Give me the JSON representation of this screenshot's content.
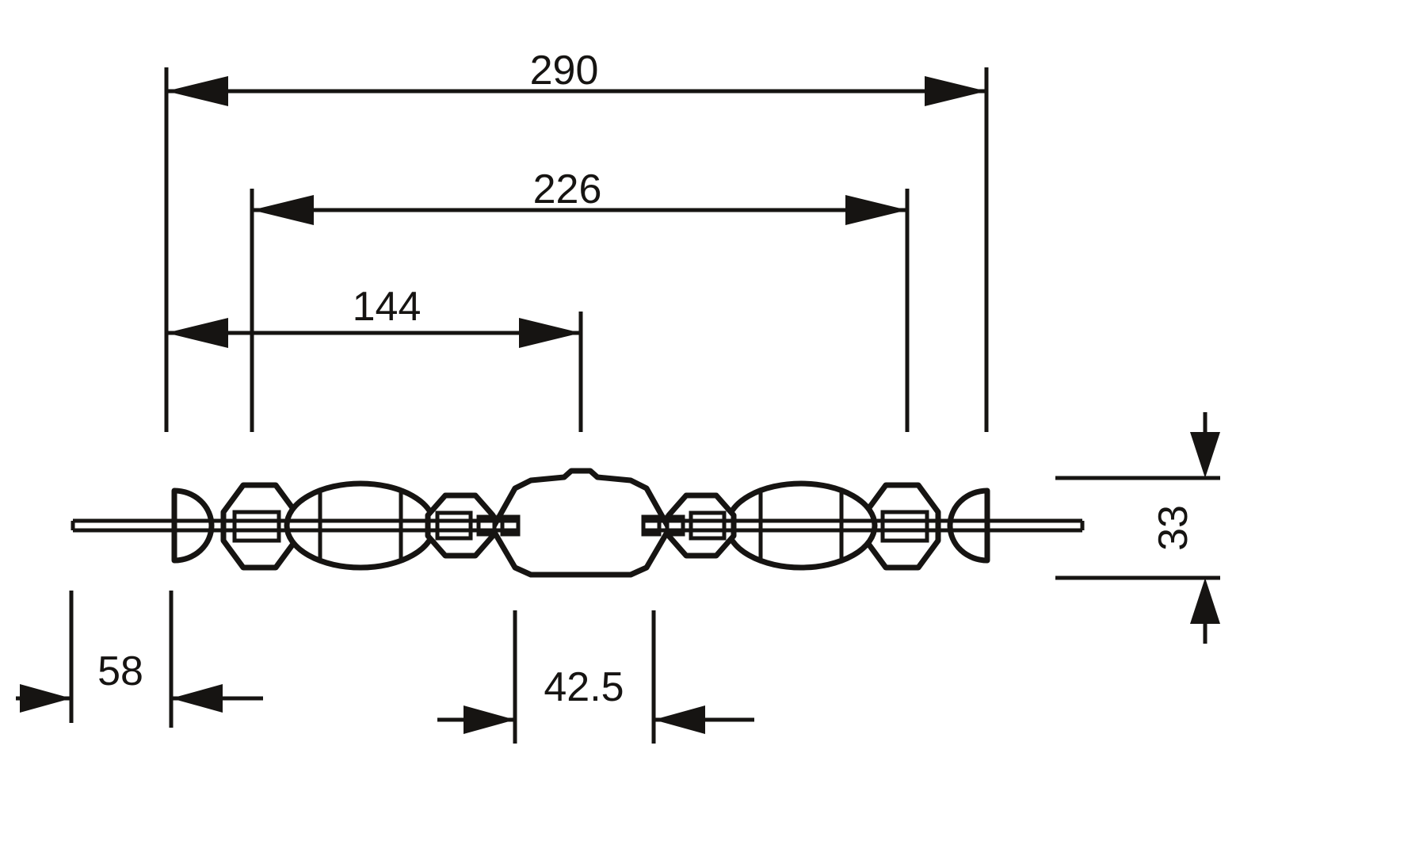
{
  "drawing": {
    "type": "technical-dimension-drawing",
    "subject": "double-ended-lamp",
    "dimensions": {
      "overall_length": "290",
      "inner_length": "226",
      "light_center_length": "144",
      "cap_length": "58",
      "center_width": "42.5",
      "diameter": "33"
    },
    "colors": {
      "line": "#161412",
      "background": "#ffffff"
    }
  }
}
